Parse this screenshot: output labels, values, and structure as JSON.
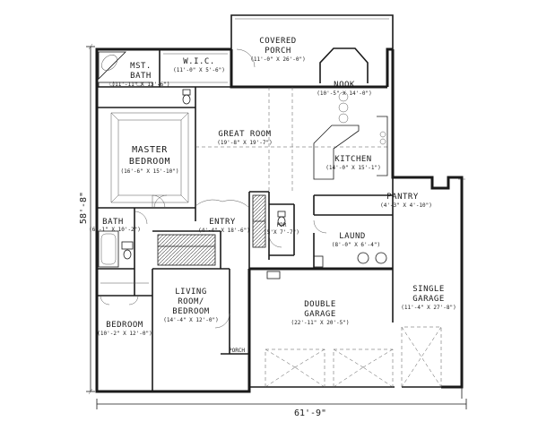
{
  "rooms": {
    "covered_porch": {
      "name_line1": "COVERED",
      "name_line2": "PORCH",
      "dims": "(11'-0\" X 26'-0\")"
    },
    "mst_bath": {
      "name_line1": "MST.",
      "name_line2": "BATH",
      "dims": "(11'-11\" X 13'-6\")"
    },
    "wic": {
      "name": "W.I.C.",
      "dims": "(11'-0\" X 5'-6\")"
    },
    "nook": {
      "name": "NOOK",
      "dims": "(10'-5\" X 14'-0\")"
    },
    "master_bedroom": {
      "name_line1": "MASTER",
      "name_line2": "BEDROOM",
      "dims": "(16'-6\" X 15'-10\")"
    },
    "great_room": {
      "name": "GREAT ROOM",
      "dims": "(19'-8\" X 19'-7\")"
    },
    "kitchen": {
      "name": "KITCHEN",
      "dims": "(14'-0\" X 15'-1\")"
    },
    "pantry": {
      "name": "PANTRY",
      "dims": "(4'-3\" X 4'-10\")"
    },
    "bath": {
      "name": "BATH",
      "dims": "(6'-1\" X 10'-2\")"
    },
    "entry": {
      "name": "ENTRY",
      "dims": "(4'-4\" X 18'-6\")"
    },
    "pdr": {
      "name": "PDR",
      "dims": "(5'X 7'-7\")"
    },
    "laund": {
      "name": "LAUND",
      "dims": "(8'-0\" X 6'-4\")"
    },
    "single_garage": {
      "name_line1": "SINGLE",
      "name_line2": "GARAGE",
      "dims": "(11'-4\" X 27'-8\")"
    },
    "living_room": {
      "name_line1": "LIVING",
      "name_line2": "ROOM/",
      "name_line3": "BEDROOM",
      "dims": "(14'-4\" X 12'-0\")"
    },
    "double_garage": {
      "name_line1": "DOUBLE",
      "name_line2": "GARAGE",
      "dims": "(22'-11\" X 20'-5\")"
    },
    "bedroom": {
      "name": "BEDROOM",
      "dims": "(10'-2\" X 12'-0\")"
    },
    "porch": {
      "name": "PORCH"
    }
  },
  "dimensions": {
    "overall_width": "61'-9\"",
    "overall_depth": "58'-8\""
  }
}
